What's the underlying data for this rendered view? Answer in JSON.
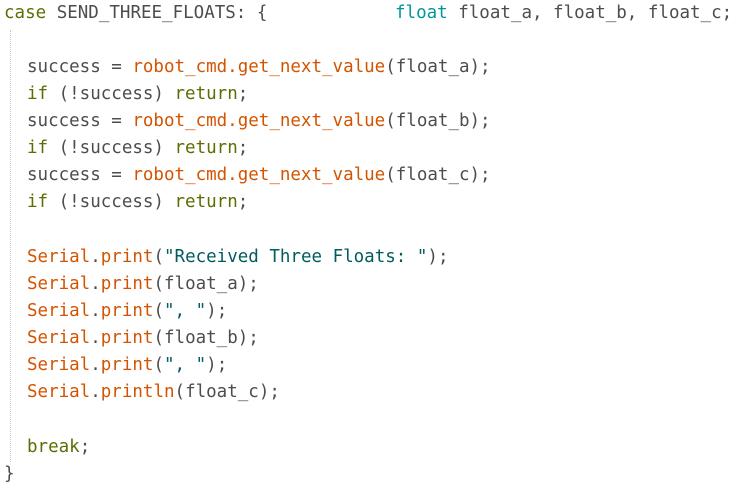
{
  "code": {
    "line_case": {
      "kw": "case",
      "label": " SEND_THREE_FLOATS: {"
    },
    "line_decl": {
      "type": "float",
      "vars": " float_a, float_b, float_c;"
    },
    "assign_lines": [
      {
        "lhs": "success = ",
        "call": "robot_cmd.get_next_value",
        "args": "(float_a);"
      },
      {
        "lhs": "success = ",
        "call": "robot_cmd.get_next_value",
        "args": "(float_b);"
      },
      {
        "lhs": "success = ",
        "call": "robot_cmd.get_next_value",
        "args": "(float_c);"
      }
    ],
    "check_line": {
      "kw_if": "if",
      "cond": " (!success) ",
      "kw_return": "return",
      "end": ";"
    },
    "print_lines": [
      {
        "obj": "Serial",
        "dot": ".",
        "method": "print",
        "open": "(",
        "arg": "\"Received Three Floats: \"",
        "arg_is_string": true,
        "close": ");"
      },
      {
        "obj": "Serial",
        "dot": ".",
        "method": "print",
        "open": "(",
        "arg": "float_a",
        "arg_is_string": false,
        "close": ");"
      },
      {
        "obj": "Serial",
        "dot": ".",
        "method": "print",
        "open": "(",
        "arg": "\", \"",
        "arg_is_string": true,
        "close": ");"
      },
      {
        "obj": "Serial",
        "dot": ".",
        "method": "print",
        "open": "(",
        "arg": "float_b",
        "arg_is_string": false,
        "close": ");"
      },
      {
        "obj": "Serial",
        "dot": ".",
        "method": "print",
        "open": "(",
        "arg": "\", \"",
        "arg_is_string": true,
        "close": ");"
      },
      {
        "obj": "Serial",
        "dot": ".",
        "method": "println",
        "open": "(",
        "arg": "float_c",
        "arg_is_string": false,
        "close": ");"
      }
    ],
    "break_line": {
      "kw": "break",
      "end": ";"
    },
    "close_line": "}"
  },
  "colors": {
    "keyword": "#5e6d03",
    "type": "#00979c",
    "function": "#d35400",
    "string": "#005c5f",
    "text": "#4d4d4d",
    "background": "#ffffff"
  }
}
